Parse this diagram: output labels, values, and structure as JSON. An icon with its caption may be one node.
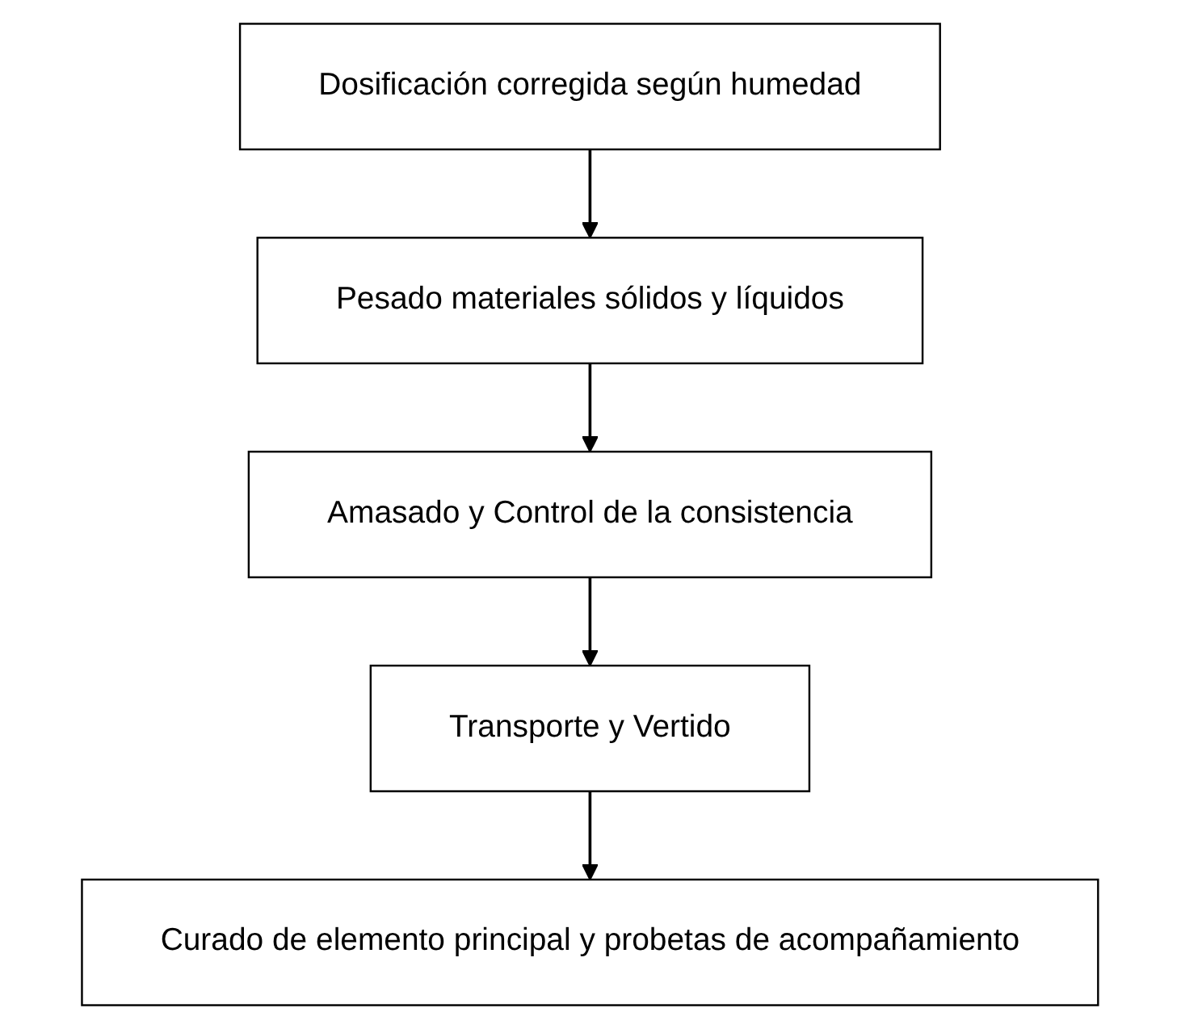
{
  "diagram": {
    "nodes": [
      {
        "text": [
          "Dosificación corregida según humedad"
        ]
      },
      {
        "text": [
          "Pesado materiales sólidos y líquidos"
        ]
      },
      {
        "text": [
          "Amasado y Control de la consistencia"
        ]
      },
      {
        "text": [
          "Transporte y Vertido"
        ]
      },
      {
        "text": [
          "Curado de elemento principal y probetas de acompañamiento"
        ]
      }
    ],
    "edges": [
      {
        "from": 0,
        "to": 1,
        "arrow": "to"
      },
      {
        "from": 1,
        "to": 2,
        "arrow": "to"
      },
      {
        "from": 2,
        "to": 3,
        "arrow": "to"
      },
      {
        "from": 3,
        "to": 4,
        "arrow": "to"
      }
    ]
  }
}
